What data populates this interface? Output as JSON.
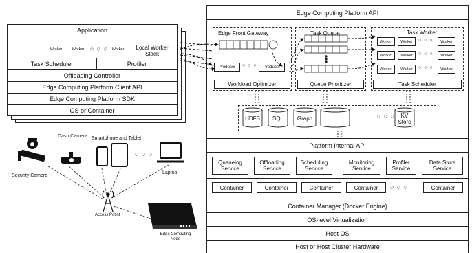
{
  "device_stack": {
    "application": "Application",
    "worker": "Worker",
    "dots": "○ ○ ○",
    "local_worker_stack": "Local Worker\nStack",
    "task_scheduler": "Task Scheduler",
    "profiler": "Profiler",
    "offloading_controller": "Offloading Controller",
    "client_api": "Edge Computing Platform Client API",
    "sdk": "Edge Computing Platform SDK",
    "os": "OS or Container"
  },
  "devices": {
    "security_camera": "Security Camera",
    "dash_camera": "Dash Camera",
    "smartphone_tablet": "Smartphone and Tablet",
    "laptop": "Laptop",
    "dots": "○ ○ ○",
    "access_point": "Access Potint",
    "edge_node": "Edge Computing\nNode"
  },
  "platform": {
    "api_title": "Edge Computing Platform API",
    "front_gateway": "Edge Front Gateway",
    "producer": "Producer",
    "workload_optimizer": "Workload Optimizer",
    "task_queue": "Task Queue",
    "queue_prioritizer": "Queue Prioritizer",
    "task_worker": "Task Worker",
    "worker": "Worker",
    "task_scheduler": "Task Scheduler",
    "dots": "○ ○ ○",
    "stores": [
      "HDFS",
      "SQL",
      "Graph",
      "",
      "KV\nStore"
    ],
    "internal_api": "Platform Internal API",
    "services": [
      "Queueing\nService",
      "Offloading\nService",
      "Scheduling\nService",
      "Monitoring\nService",
      "Profiler\nService",
      "Data Store\nService"
    ],
    "container": "Container",
    "container_manager": "Container Manager (Docker Engine)",
    "os_virtualization": "OS-level Virtualization",
    "host_os": "Host OS",
    "hardware": "Host or Host Cluster Hardware"
  }
}
